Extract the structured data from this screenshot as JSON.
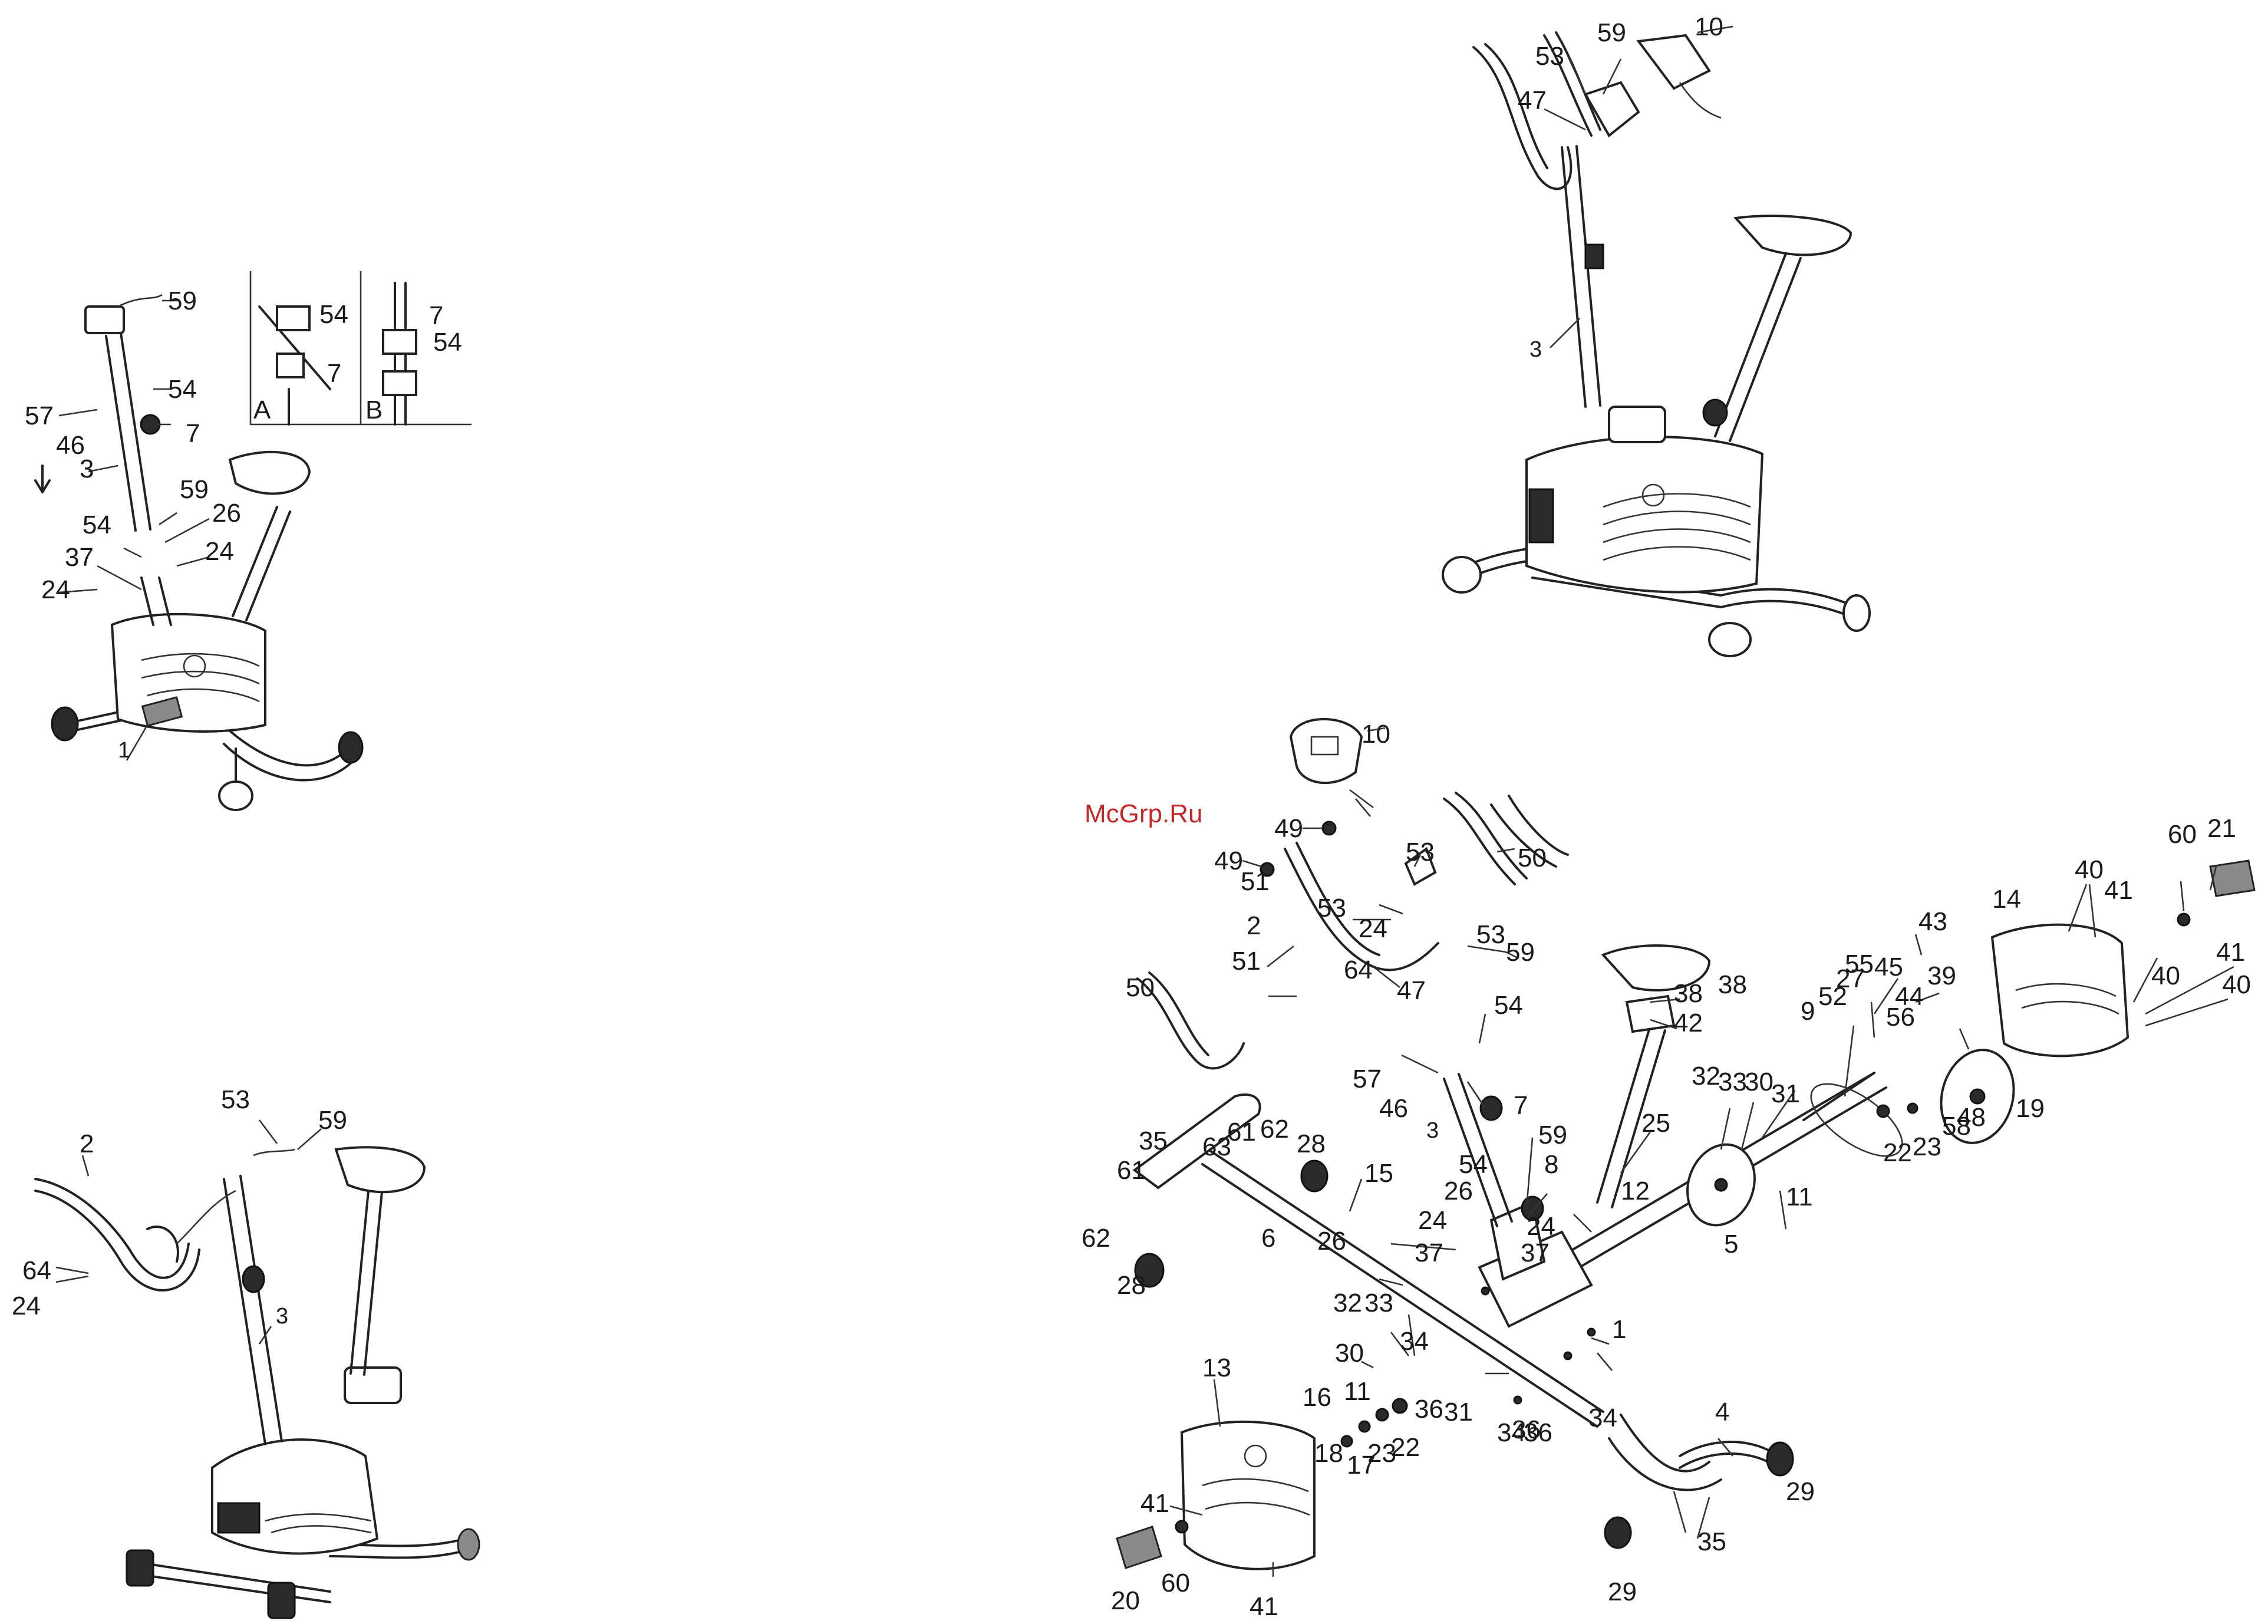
{
  "watermark": "McGrp.Ru",
  "panel_step1": {
    "labels": [
      "59",
      "54",
      "7",
      "57",
      "46",
      "3",
      "59",
      "26",
      "54",
      "37",
      "24",
      "24",
      "1"
    ],
    "inset_a": {
      "tag": "A",
      "labels": [
        "54",
        "7"
      ]
    },
    "inset_b": {
      "tag": "B",
      "labels": [
        "7",
        "54"
      ]
    }
  },
  "panel_step2": {
    "labels": [
      "2",
      "53",
      "59",
      "64",
      "24",
      "3"
    ]
  },
  "panel_assembled": {
    "labels": [
      "59",
      "10",
      "53",
      "47",
      "3"
    ]
  },
  "exploded_view": {
    "labels": [
      "10",
      "49",
      "49",
      "53",
      "50",
      "2",
      "53",
      "24",
      "51",
      "51",
      "53",
      "59",
      "50",
      "64",
      "47",
      "54",
      "27",
      "38",
      "38",
      "42",
      "57",
      "46",
      "7",
      "3",
      "25",
      "35",
      "61",
      "62",
      "28",
      "63",
      "61",
      "6",
      "62",
      "59",
      "15",
      "8",
      "54",
      "26",
      "26",
      "24",
      "37",
      "37",
      "12",
      "24",
      "28",
      "32",
      "33",
      "30",
      "11",
      "36",
      "34",
      "31",
      "34",
      "36",
      "1",
      "34",
      "36",
      "4",
      "29",
      "13",
      "16",
      "18",
      "17",
      "23",
      "22",
      "41",
      "60",
      "20",
      "29",
      "35",
      "41",
      "32",
      "33",
      "30",
      "31",
      "5",
      "9",
      "11",
      "55",
      "45",
      "52",
      "56",
      "44",
      "39",
      "43",
      "22",
      "23",
      "58",
      "48",
      "19",
      "14",
      "40",
      "41",
      "60",
      "21",
      "40",
      "41",
      "40"
    ]
  }
}
